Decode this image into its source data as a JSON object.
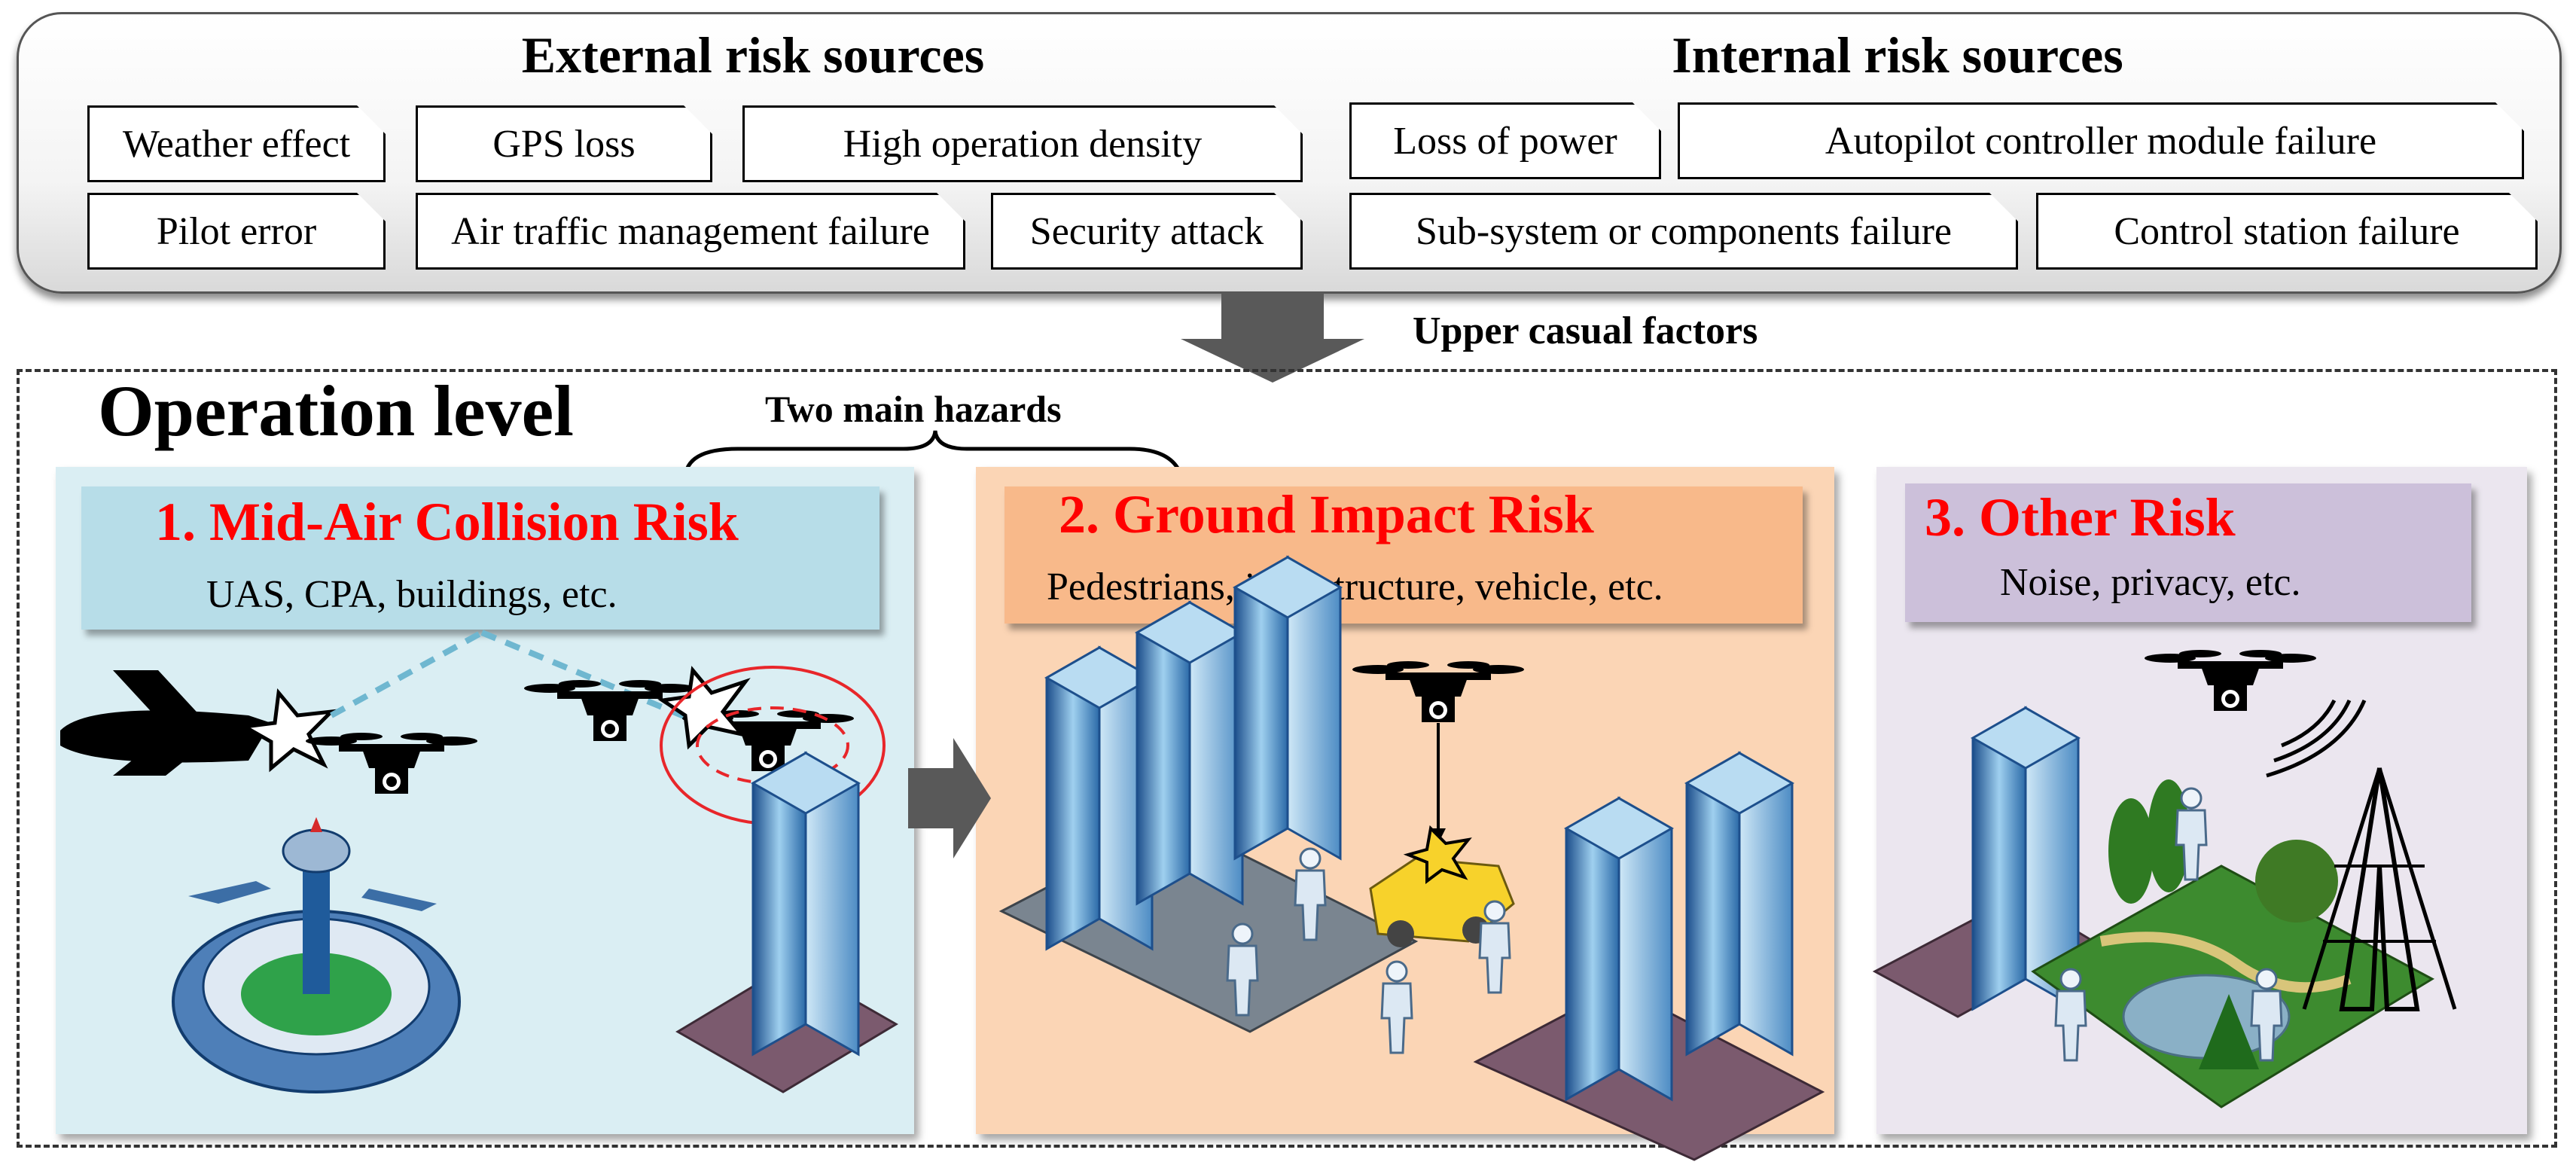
{
  "external": {
    "title": "External risk sources",
    "items": [
      "Weather effect",
      "GPS loss",
      "High operation density",
      "Pilot error",
      "Air traffic management failure",
      "Security attack"
    ]
  },
  "internal": {
    "title": "Internal risk sources",
    "items": [
      "Loss of power",
      "Autopilot controller module failure",
      "Sub-system or components failure",
      "Control station failure"
    ]
  },
  "upper_label": "Upper casual factors",
  "operation": {
    "title": "Operation level",
    "hazards_label": "Two main hazards",
    "risks": [
      {
        "title": "1. Mid-Air Collision Risk",
        "desc": "UAS, CPA, buildings, etc."
      },
      {
        "title": "2. Ground Impact Risk",
        "desc": "Pedestrians, infrastructure, vehicle, etc."
      },
      {
        "title": "3. Other Risk",
        "desc": "Noise, privacy, etc."
      }
    ]
  },
  "colors": {
    "panel1": "#daeef3",
    "panel1_header": "#b7dde8",
    "panel2": "#fbd5b5",
    "panel2_header": "#f8b98a",
    "panel3": "#ebe6ef",
    "panel3_header": "#ccc0da",
    "risk_title": "#ff0000",
    "arrow": "#595959"
  }
}
